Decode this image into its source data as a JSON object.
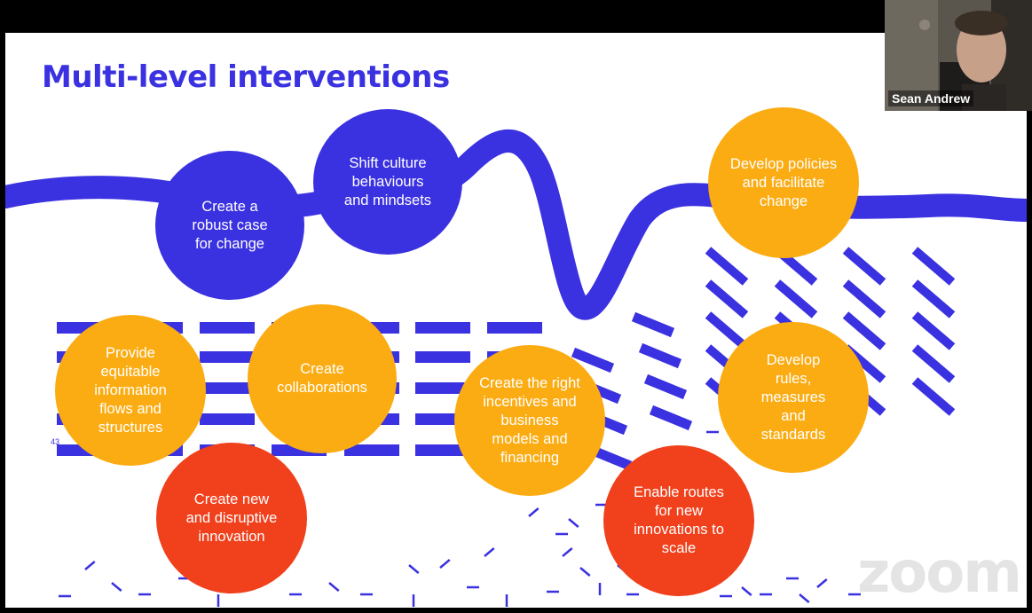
{
  "slide": {
    "title": "Multi-level interventions",
    "slide_number": "43",
    "colors": {
      "accent_blue": "#3a31e0",
      "orange": "#fbac13",
      "red": "#f0401c",
      "background": "#ffffff"
    },
    "bubbles": [
      {
        "id": "robust-case",
        "text": "Create a\nrobust case\nfor change",
        "color": "blue"
      },
      {
        "id": "shift-culture",
        "text": "Shift culture\nbehaviours\nand mindsets",
        "color": "blue"
      },
      {
        "id": "develop-policies",
        "text": "Develop policies\nand facilitate\nchange",
        "color": "orange"
      },
      {
        "id": "equitable-information",
        "text": "Provide\nequitable\ninformation\nflows and\nstructures",
        "color": "orange"
      },
      {
        "id": "collaborations",
        "text": "Create\ncollaborations",
        "color": "orange"
      },
      {
        "id": "right-incentives",
        "text": "Create the right\nincentives and\nbusiness\nmodels and\nfinancing",
        "color": "orange"
      },
      {
        "id": "rules-measures",
        "text": "Develop\nrules,\nmeasures\nand\nstandards",
        "color": "orange"
      },
      {
        "id": "disruptive-innovation",
        "text": "Create new\nand disruptive\ninnovation",
        "color": "red"
      },
      {
        "id": "routes-to-scale",
        "text": "Enable routes\nfor new\ninnovations to\nscale",
        "color": "red"
      }
    ]
  },
  "participant": {
    "name": "Sean Andrew"
  },
  "watermark": {
    "text": "zoom"
  }
}
